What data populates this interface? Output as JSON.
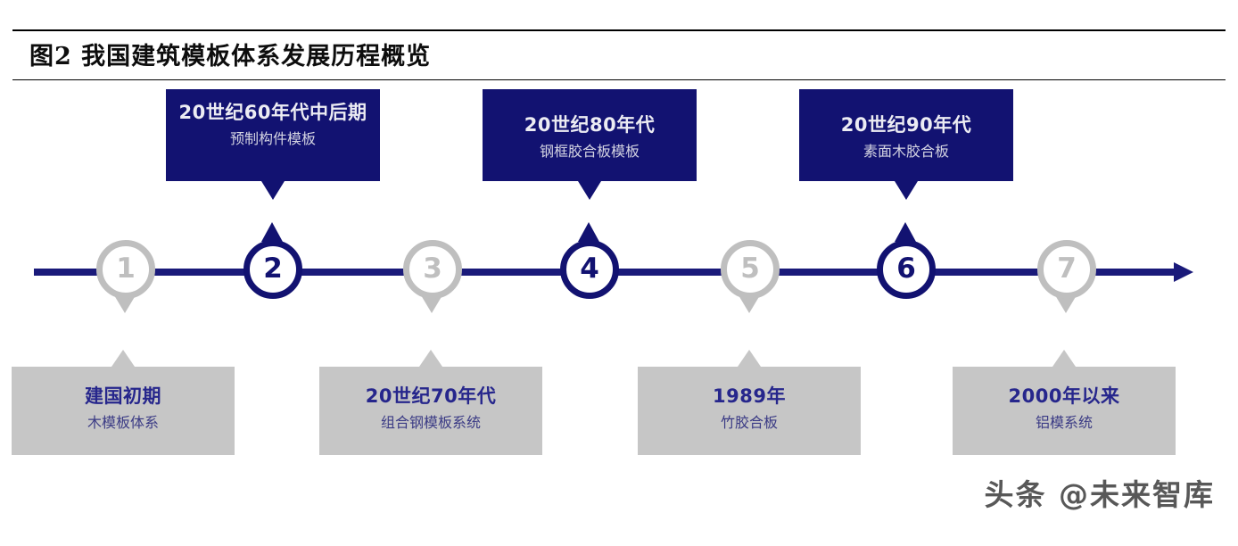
{
  "figure": {
    "title": "图2  我国建筑模板体系发展历程概览"
  },
  "colors": {
    "accent_blue": "#121271",
    "marker_gray": "#bfbfbf",
    "card_gray": "#c6c6c6",
    "gray_card_text": "#26268c",
    "blue_card_text": "#ececf3",
    "rule": "#000000"
  },
  "timeline": {
    "axis_label": "",
    "arrow_direction": "right",
    "markers": [
      {
        "number": "1",
        "style": "gray",
        "points": "down"
      },
      {
        "number": "2",
        "style": "blue",
        "points": "up"
      },
      {
        "number": "3",
        "style": "gray",
        "points": "down"
      },
      {
        "number": "4",
        "style": "blue",
        "points": "up"
      },
      {
        "number": "5",
        "style": "gray",
        "points": "down"
      },
      {
        "number": "6",
        "style": "blue",
        "points": "up"
      },
      {
        "number": "7",
        "style": "gray",
        "points": "down"
      }
    ]
  },
  "cards_above": [
    {
      "marker": "2",
      "title": "20世纪60年代中后期",
      "subtitle": "预制构件模板"
    },
    {
      "marker": "4",
      "title": "20世纪80年代",
      "subtitle": "钢框胶合板模板"
    },
    {
      "marker": "6",
      "title": "20世纪90年代",
      "subtitle": "素面木胶合板"
    }
  ],
  "cards_below": [
    {
      "marker": "1",
      "title": "建国初期",
      "subtitle": "木模板体系"
    },
    {
      "marker": "3",
      "title": "20世纪70年代",
      "subtitle": "组合钢模板系统"
    },
    {
      "marker": "5",
      "title": "1989年",
      "subtitle": "竹胶合板"
    },
    {
      "marker": "7",
      "title": "2000年以来",
      "subtitle": "铝模系统"
    }
  ],
  "watermark": {
    "text": "头条 @未来智库"
  }
}
